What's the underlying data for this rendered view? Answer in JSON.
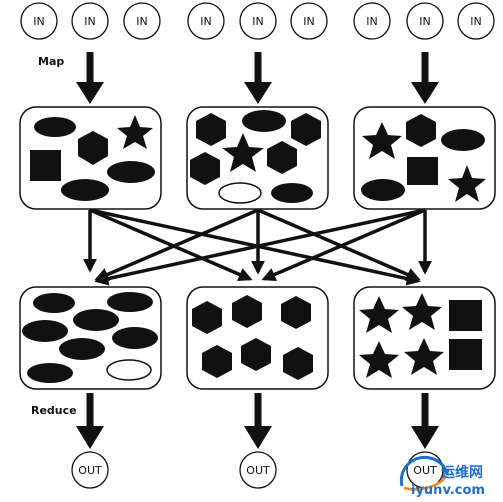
{
  "diagram": {
    "stage_labels": {
      "map": "Map",
      "reduce": "Reduce"
    },
    "input_nodes": [
      "IN",
      "IN",
      "IN",
      "IN",
      "IN",
      "IN",
      "IN",
      "IN",
      "IN"
    ],
    "output_nodes": [
      "OUT",
      "OUT",
      "OUT"
    ],
    "map_boxes": [
      {
        "shapes": [
          "ellipse",
          "hexagon",
          "star",
          "square",
          "ellipse",
          "ellipse"
        ]
      },
      {
        "shapes": [
          "hexagon",
          "ellipse",
          "hexagon",
          "hexagon",
          "star",
          "hexagon",
          "ellipse-outline",
          "ellipse"
        ]
      },
      {
        "shapes": [
          "star",
          "hexagon",
          "ellipse",
          "square",
          "ellipse",
          "star"
        ]
      }
    ],
    "reduce_boxes": [
      {
        "shapes": [
          "ellipse",
          "ellipse",
          "ellipse",
          "ellipse",
          "ellipse",
          "ellipse",
          "ellipse",
          "ellipse-outline"
        ]
      },
      {
        "shapes": [
          "hexagon",
          "hexagon",
          "hexagon",
          "hexagon",
          "hexagon",
          "hexagon"
        ]
      },
      {
        "shapes": [
          "star",
          "star",
          "square",
          "star",
          "star",
          "square"
        ]
      }
    ],
    "colors": {
      "ink": "#111111",
      "background": "#ffffff",
      "watermark_blue": "#1e6fc8",
      "watermark_orange": "#f08a1c"
    }
  },
  "watermark": {
    "site_name": "运维网",
    "site_url": "iyunv.com"
  }
}
